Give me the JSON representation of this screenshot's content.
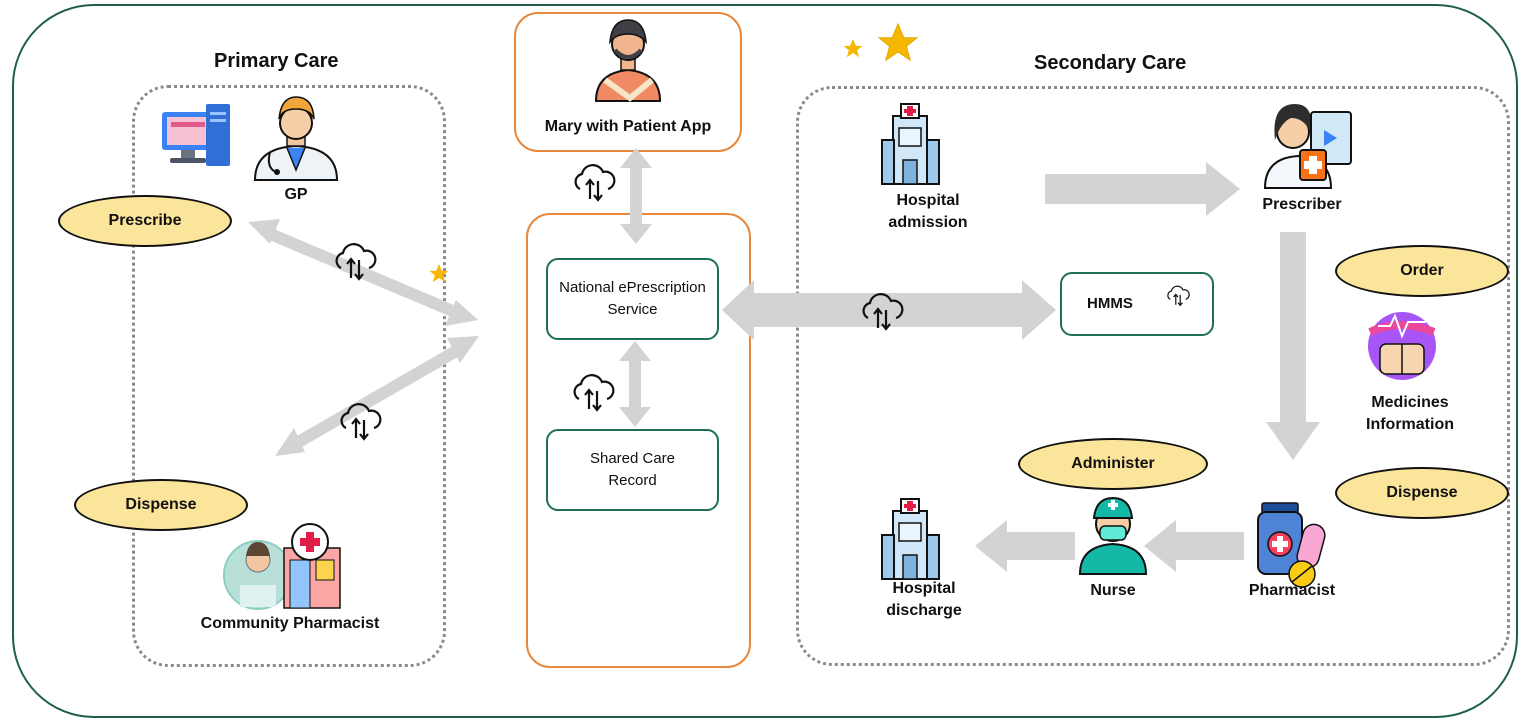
{
  "primary_care": {
    "heading": "Primary Care",
    "gp_label": "GP",
    "prescribe": "Prescribe",
    "dispense": "Dispense",
    "community_pharmacist": "Community Pharmacist"
  },
  "patient": {
    "label": "Mary with Patient App"
  },
  "central": {
    "national_eprescription": "National ePrescription Service",
    "shared_care_record": "Shared Care Record"
  },
  "secondary_care": {
    "heading": "Secondary Care",
    "hospital_admission": "Hospital admission",
    "prescriber": "Prescriber",
    "order": "Order",
    "hmms": "HMMS",
    "medicines_information": "Medicines Information",
    "dispense": "Dispense",
    "administer": "Administer",
    "pharmacist": "Pharmacist",
    "nurse": "Nurse",
    "hospital_discharge": "Hospital discharge"
  },
  "colors": {
    "frame": "#1e5e4e",
    "pill_fill": "#fbe59b",
    "orange_border": "#e8883a",
    "arrow_gray": "#d3d3d3",
    "star": "#f5b800"
  }
}
